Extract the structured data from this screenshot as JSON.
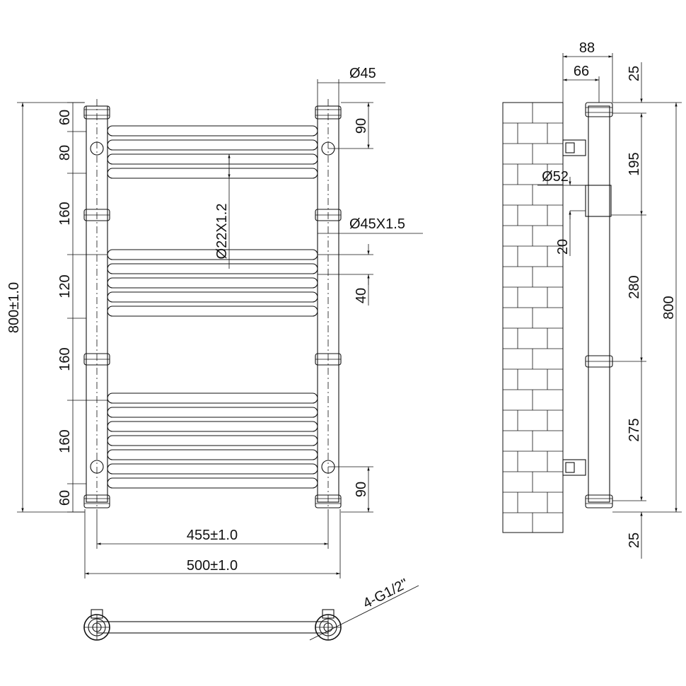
{
  "front_view": {
    "height_total": "800±1.0",
    "left_dims": [
      "60",
      "80",
      "160",
      "120",
      "160",
      "160",
      "60"
    ],
    "right_dims": [
      "90",
      "40",
      "90"
    ],
    "pipe_diameter": "Ø45",
    "rail_label": "Ø22X1.2",
    "pipe_wall_label": "Ø45X1.5",
    "width_inner": "455±1.0",
    "width_outer": "500±1.0"
  },
  "side_view": {
    "top_dims": [
      "88",
      "66"
    ],
    "right_dims": [
      "25",
      "195",
      "280",
      "275",
      "25"
    ],
    "total": "800",
    "collar_diameter": "Ø52",
    "collar_gap": "20"
  },
  "bottom_view": {
    "thread_label": "4-G1/2\""
  }
}
